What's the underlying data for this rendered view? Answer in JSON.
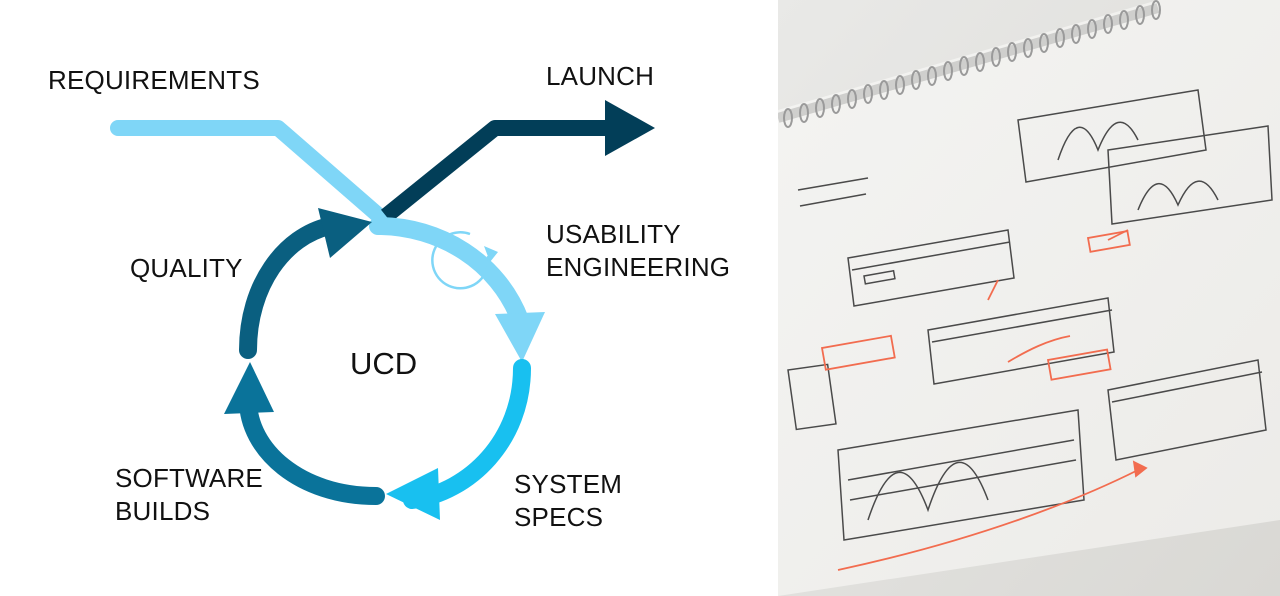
{
  "diagram": {
    "labels": {
      "requirements": "REQUIREMENTS",
      "launch": "LAUNCH",
      "usability": "USABILITY\nENGINEERING",
      "quality": "QUALITY",
      "center": "UCD",
      "software_builds": "SOFTWARE\nBUILDS",
      "system_specs": "SYSTEM\nSPECS"
    },
    "colors": {
      "requirements_path": "#7fd6f7",
      "launch_path": "#023e58",
      "usability_arc": "#7fd6f7",
      "specs_arc": "#18c0f0",
      "builds_arc": "#0a739a",
      "quality_arc": "#0a5f80",
      "cycle_icon": "#7fd6f7"
    }
  },
  "photo": {
    "description_icon": "notebook-sketch-photo",
    "accent_color": "#f26c4f"
  }
}
